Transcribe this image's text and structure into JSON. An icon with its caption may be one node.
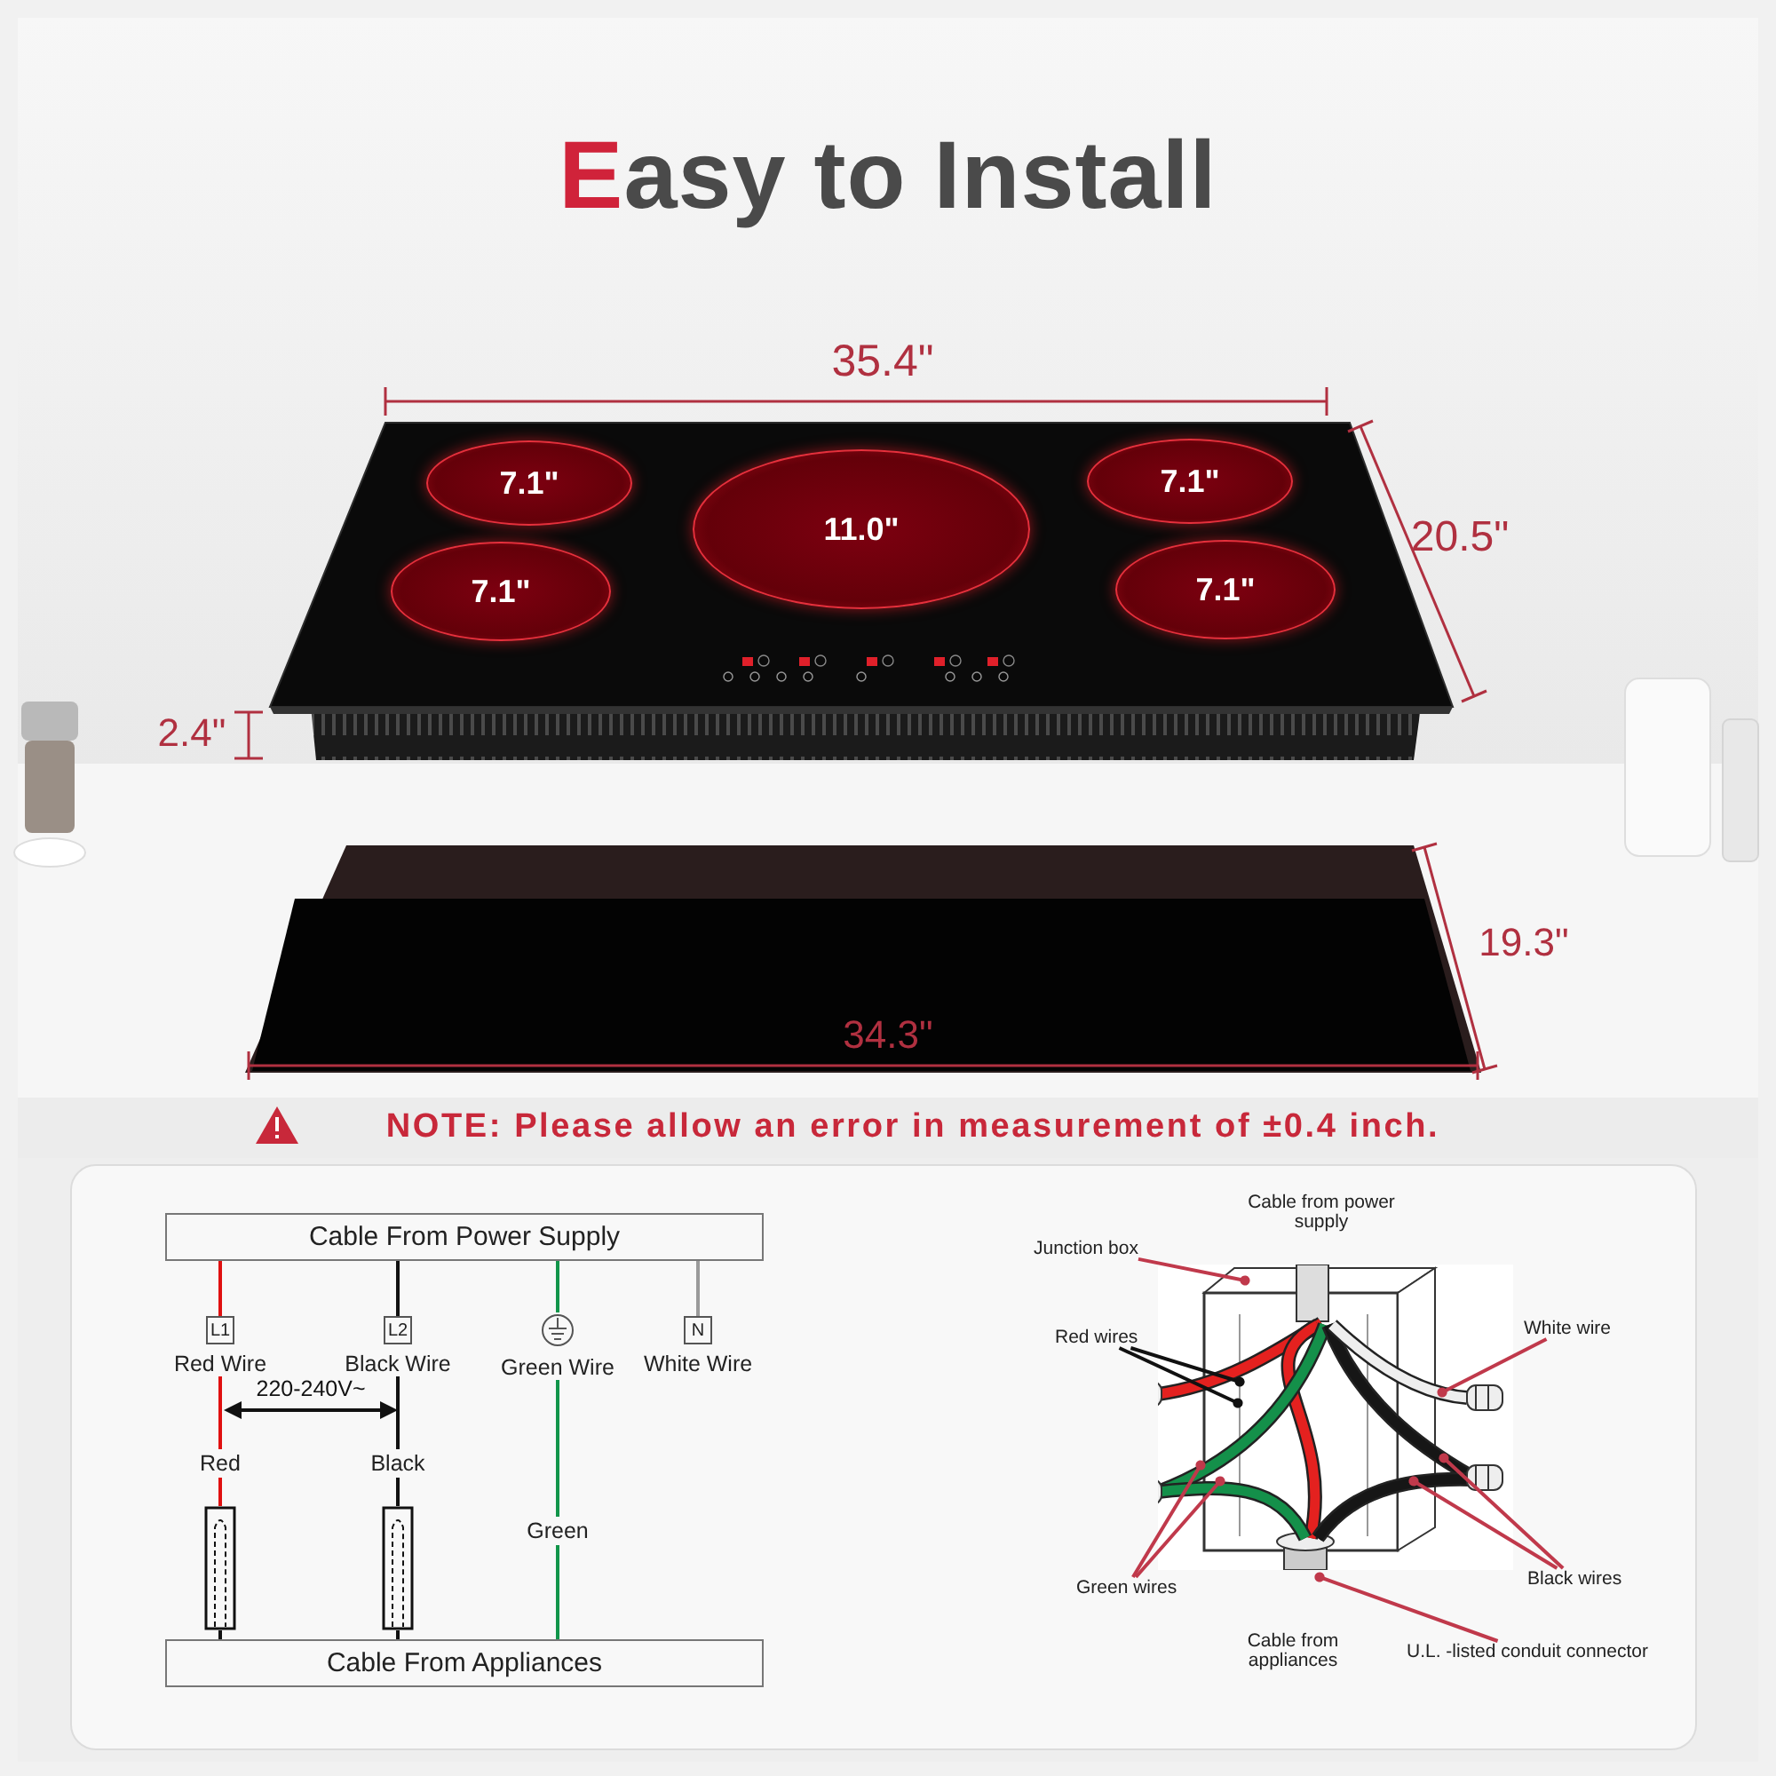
{
  "diagram": {
    "title": "Easy to Install",
    "nodes": [
      {
        "text": [
          "7.1\""
        ]
      },
      {
        "text": [
          "11.0\""
        ]
      },
      {
        "text": [
          "7.1\""
        ]
      },
      {
        "text": [
          "7.1\""
        ]
      },
      {
        "text": [
          "7.1\""
        ]
      },
      {
        "text": [
          "Cable From Power Supply"
        ]
      },
      {
        "text": [
          "L1"
        ],
        "beside": [
          "Red Wire"
        ]
      },
      {
        "text": [
          "L2"
        ],
        "beside": [
          "Black Wire"
        ]
      },
      {
        "text": [],
        "shape": "circle",
        "beside": [
          "Green Wire"
        ]
      },
      {
        "text": [
          "N"
        ],
        "beside": [
          "White Wire"
        ]
      },
      {
        "text": [],
        "shape": "bar"
      },
      {
        "text": [],
        "shape": "bar"
      },
      {
        "text": [
          "Cable From Appliances"
        ]
      },
      {
        "text": [
          "Junction box"
        ]
      },
      {
        "text": [
          "Red wires"
        ]
      },
      {
        "text": [
          "White wire"
        ]
      },
      {
        "text": [],
        "shape": "picture"
      },
      {
        "text": [
          "Green wires"
        ]
      },
      {
        "text": [
          "Black wires"
        ]
      },
      {
        "text": [
          "U.L. -listed conduit connector"
        ]
      }
    ],
    "edges": [
      {
        "from": 5,
        "to": 6,
        "arrow": "none",
        "color": "#e01010"
      },
      {
        "from": 6,
        "to": 10,
        "arrow": "none",
        "label": "Red",
        "color": "#e01010"
      },
      {
        "from": 5,
        "to": 7,
        "arrow": "none",
        "color": "#111111"
      },
      {
        "from": 7,
        "to": 11,
        "arrow": "none",
        "label": "Black",
        "color": "#111111"
      },
      {
        "from": 5,
        "to": 8,
        "arrow": "none",
        "color": "#11954a"
      },
      {
        "from": 8,
        "to": 12,
        "arrow": "none",
        "label": "Green",
        "color": "#11954a"
      },
      {
        "from": 5,
        "to": 9,
        "arrow": "none",
        "color": "#9a9a9a"
      },
      {
        "from": 10,
        "to": 12,
        "arrow": "none",
        "color": "#111111"
      },
      {
        "from": 11,
        "to": 12,
        "arrow": "none",
        "color": "#111111"
      },
      {
        "from": 13,
        "to": 16,
        "arrow": "other",
        "color": "#c0394b"
      },
      {
        "from": 14,
        "to": 16,
        "arrow": "other",
        "color": "#111111"
      },
      {
        "from": 14,
        "to": 16,
        "arrow": "other",
        "color": "#111111"
      },
      {
        "from": 15,
        "to": 16,
        "arrow": "other",
        "color": "#c0394b"
      },
      {
        "from": 17,
        "to": 16,
        "arrow": "other",
        "color": "#c0394b"
      },
      {
        "from": 17,
        "to": 16,
        "arrow": "other",
        "color": "#c0394b"
      },
      {
        "from": 18,
        "to": 16,
        "arrow": "other",
        "color": "#c0394b"
      },
      {
        "from": 18,
        "to": 16,
        "arrow": "other",
        "color": "#c0394b"
      },
      {
        "from": 19,
        "to": 16,
        "arrow": "other",
        "color": "#c0394b"
      }
    ],
    "labels": [
      "35.4\"",
      "20.5\"",
      "2.4\"",
      "19.3\"",
      "34.3\"",
      "NOTE: Please allow an error in measurement of ±0.4 inch.",
      "220-240V~",
      "Cable from power supply",
      "Cable from appliances"
    ]
  }
}
